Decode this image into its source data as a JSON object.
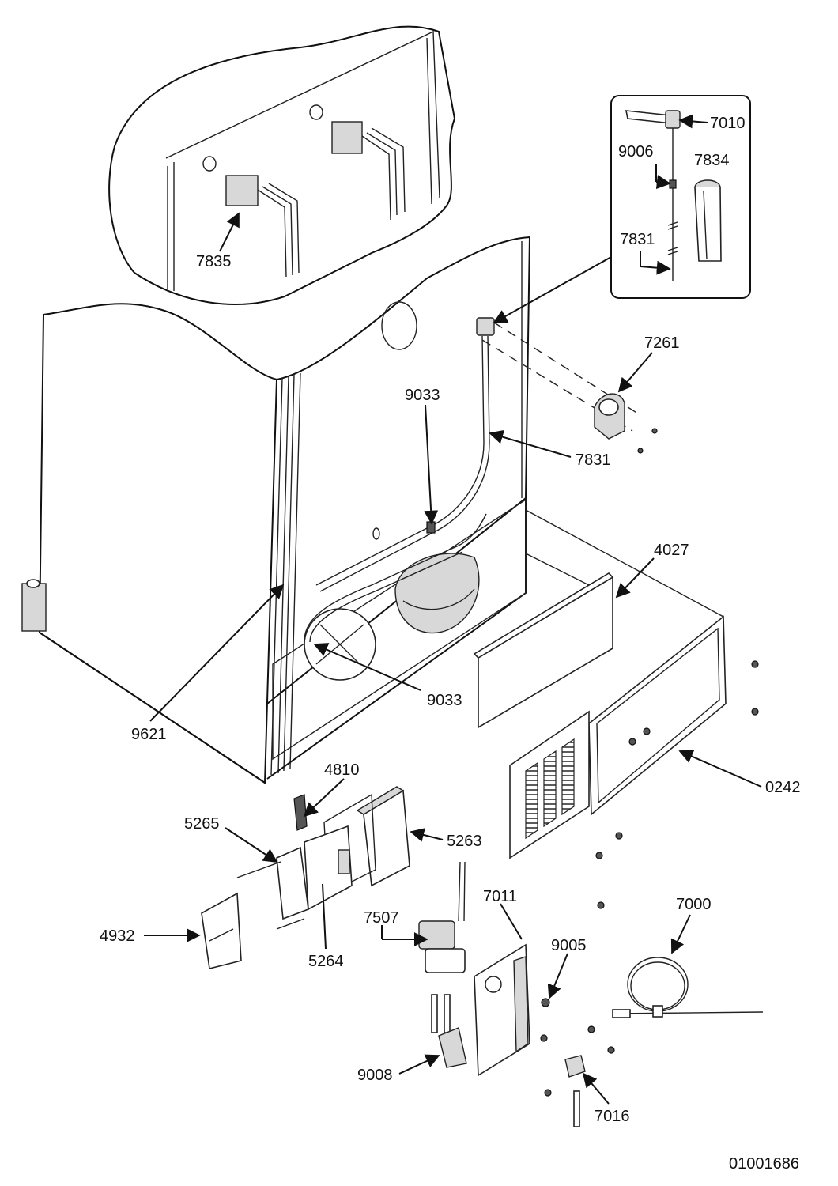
{
  "diagram": {
    "type": "exploded parts diagram",
    "drawing_number": "01001686",
    "part_labels": {
      "p7835": "7835",
      "p7010": "7010",
      "p9006": "9006",
      "p7834": "7834",
      "p7831_inset": "7831",
      "p7261": "7261",
      "p9033_top": "9033",
      "p7831": "7831",
      "p4027": "4027",
      "p9033_bottom": "9033",
      "p9621": "9621",
      "p0242": "0242",
      "p4810": "4810",
      "p5265": "5265",
      "p5263": "5263",
      "p7011": "7011",
      "p7000": "7000",
      "p7507": "7507",
      "p4932": "4932",
      "p5264": "5264",
      "p9005": "9005",
      "p9008": "9008",
      "p7016": "7016"
    }
  }
}
